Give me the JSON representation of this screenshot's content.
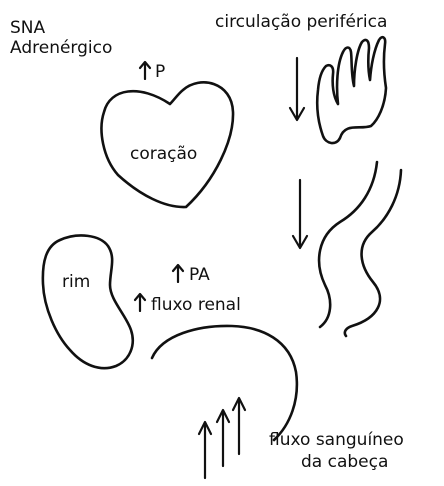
{
  "labels": {
    "sna": "SNA",
    "adrenergico": "Adrenérgico",
    "p": "P",
    "circulacao": "circulação periférica",
    "coracao": "coração",
    "rim": "rim",
    "pa": "PA",
    "fluxo_renal": "fluxo renal",
    "fluxo_sanguineo": "fluxo sanguíneo",
    "da_cabeca": "da cabeça"
  },
  "colors": {
    "ink": "#111111",
    "background": "#ffffff"
  }
}
